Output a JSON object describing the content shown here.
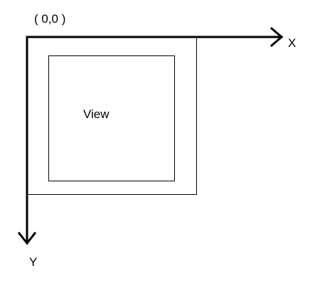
{
  "diagram": {
    "origin_label": "( 0,0 )",
    "x_axis_label": "X",
    "y_axis_label": "Y",
    "view_label": "View"
  }
}
